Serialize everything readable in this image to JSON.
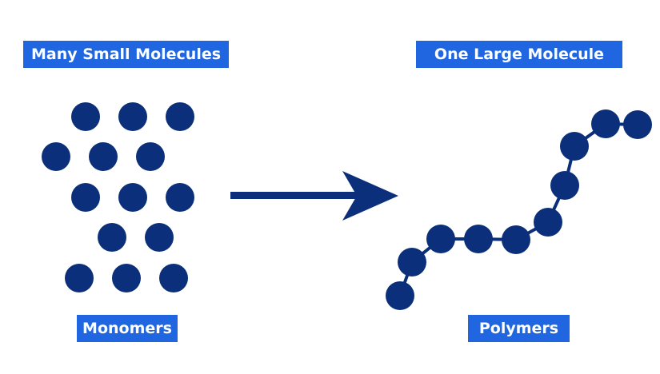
{
  "labels": {
    "many_small_molecules": "Many Small Molecules",
    "one_large_molecule": "One Large Molecule",
    "monomers": "Monomers",
    "polymers": "Polymers"
  },
  "colors": {
    "label_background": "#1f66e0",
    "label_text": "#ffffff",
    "molecule": "#0b2f7a",
    "arrow": "#0b2f7a"
  }
}
